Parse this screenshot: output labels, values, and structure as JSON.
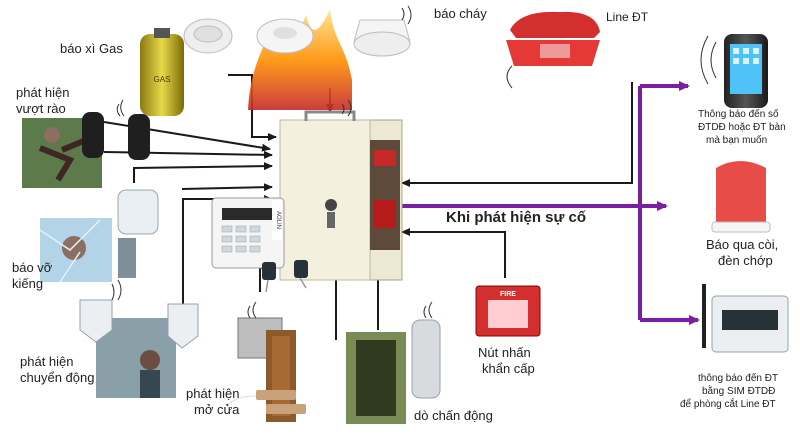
{
  "labels": {
    "gas": "báo xì Gas",
    "fire": "báo cháy",
    "line": "Line ĐT",
    "fence1": "phát hiện",
    "fence2": "vượt rào",
    "glass1": "báo vỡ",
    "glass2": "kiếng",
    "motion1": "phát hiện",
    "motion2": "chuyển động",
    "door1": "phát hiện",
    "door2": "mở cửa",
    "vibration": "dò chấn động",
    "button1": "Nút nhấn",
    "button2": "khẩn cấp",
    "incident": "Khi phát hiện sự cố",
    "notify_phone1": "Thông báo đến số",
    "notify_phone2": "ĐTDĐ hoặc ĐT bàn",
    "notify_phone3": "mà bạn muốn",
    "siren1": "Báo qua còi,",
    "siren2": "đèn chớp",
    "sim1": "thông báo đến ĐT",
    "sim2": "bằng SIM ĐTDĐ",
    "sim3": "để phòng cắt Line ĐT"
  },
  "device_text": {
    "fire_box_title": "FIRE",
    "keypad_brand": "AOLIN",
    "gas_tank": "GAS"
  },
  "colors": {
    "arrow_black": "#1a1a1a",
    "arrow_purple": "#7b1fa2",
    "panel": "#ece8d2",
    "fire_red": "#d32f2f"
  }
}
